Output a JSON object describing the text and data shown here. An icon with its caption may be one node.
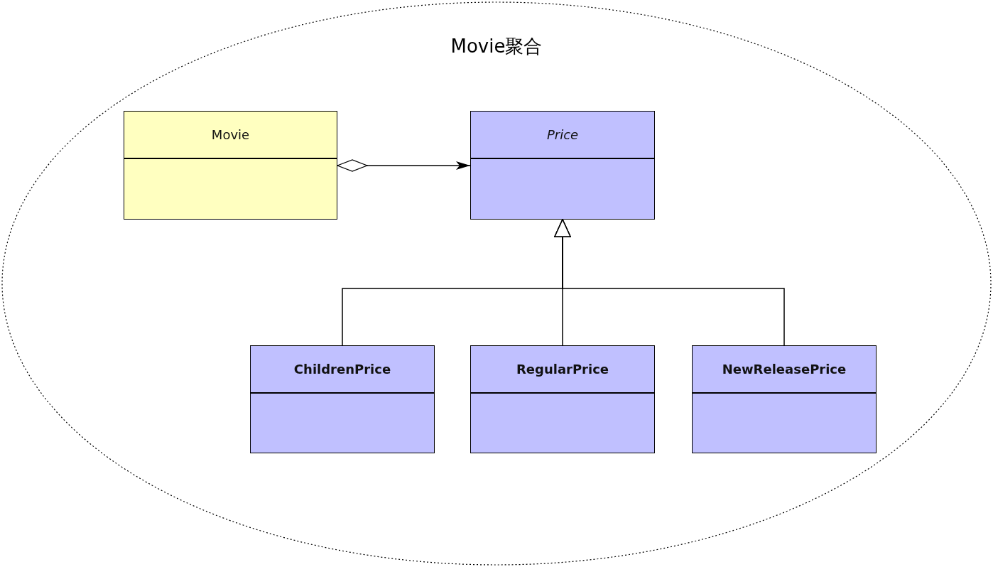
{
  "diagram": {
    "nodes": [
      {
        "text": [
          "Movie聚合"
        ]
      },
      {
        "text": [
          "Movie"
        ],
        "in": 0
      },
      {
        "text": [
          "Price"
        ],
        "in": 0
      },
      {
        "text": [
          "ChildrenPrice"
        ],
        "in": 0
      },
      {
        "text": [
          "RegularPrice"
        ],
        "in": 0
      },
      {
        "text": [
          "NewReleasePrice"
        ],
        "in": 0
      }
    ],
    "edges": [
      {
        "from": 1,
        "to": 2,
        "arrow": "to"
      },
      {
        "from": 3,
        "to": 2,
        "arrow": "to"
      },
      {
        "from": 4,
        "to": 2,
        "arrow": "to"
      },
      {
        "from": 5,
        "to": 2,
        "arrow": "to"
      }
    ]
  }
}
